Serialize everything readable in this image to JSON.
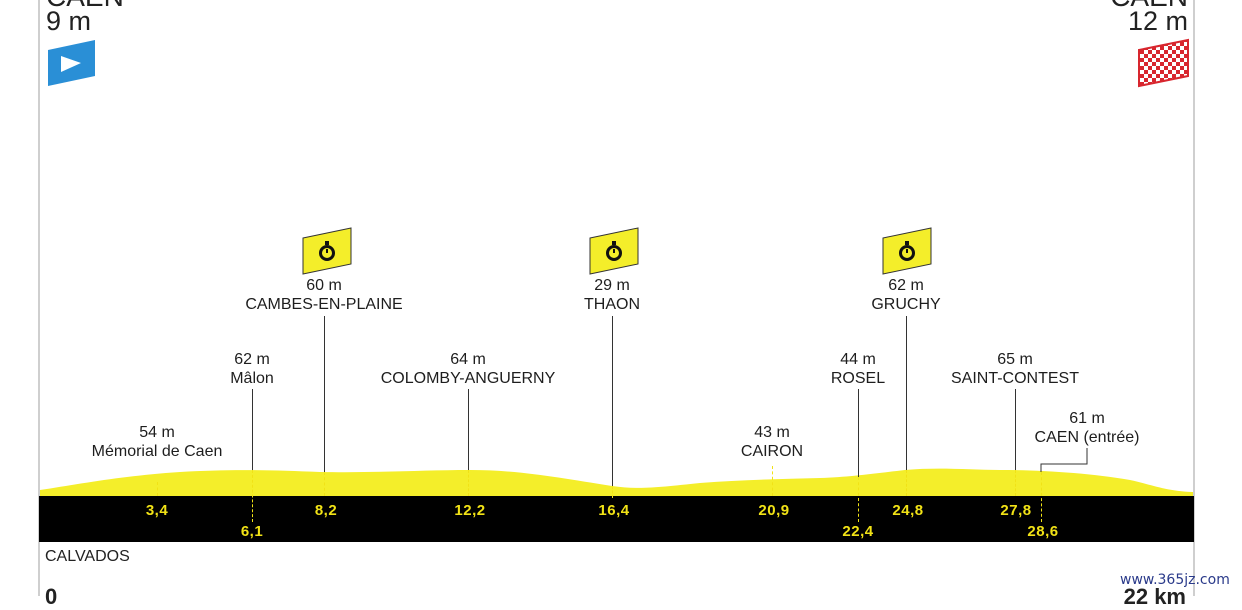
{
  "start": {
    "name": "CAEN",
    "altitude": "9 m"
  },
  "finish": {
    "name": "CAEN",
    "altitude": "12 m"
  },
  "region": "CALVADOS",
  "distance_start": "0",
  "distance_end": "22 km",
  "timechecks": [
    {
      "id": "cambes",
      "altitude": "60 m",
      "name": "CAMBES-EN-PLAINE"
    },
    {
      "id": "thaon",
      "altitude": "29 m",
      "name": "THAON"
    },
    {
      "id": "gruchy",
      "altitude": "62 m",
      "name": "GRUCHY"
    }
  ],
  "places": [
    {
      "id": "memorial",
      "altitude": "54 m",
      "name": "Mémorial de Caen"
    },
    {
      "id": "malon",
      "altitude": "62 m",
      "name": "Mâlon"
    },
    {
      "id": "colomby",
      "altitude": "64 m",
      "name": "COLOMBY-ANGUERNY"
    },
    {
      "id": "cairon",
      "altitude": "43 m",
      "name": "CAIRON"
    },
    {
      "id": "rosel",
      "altitude": "44 m",
      "name": "ROSEL"
    },
    {
      "id": "saintcontest",
      "altitude": "65 m",
      "name": "SAINT-CONTEST"
    },
    {
      "id": "caenentree",
      "altitude": "61 m",
      "name": "CAEN (entrée)"
    }
  ],
  "km_marks": [
    "3,4",
    "6,1",
    "8,2",
    "12,2",
    "16,4",
    "20,9",
    "22,4",
    "24,8",
    "27,8",
    "28,6"
  ],
  "colors": {
    "profile": "#f4ee2a",
    "band": "#000000",
    "km_text": "#f1e216",
    "start_icon": "#2a8fd6",
    "finish_icon": "#d8262e",
    "timecheck_icon": "#f4ee2a"
  },
  "icons": {
    "start": "start-flag-icon",
    "finish": "finish-checkered-icon",
    "timecheck": "stopwatch-icon"
  },
  "watermark": "www.365jz.com"
}
